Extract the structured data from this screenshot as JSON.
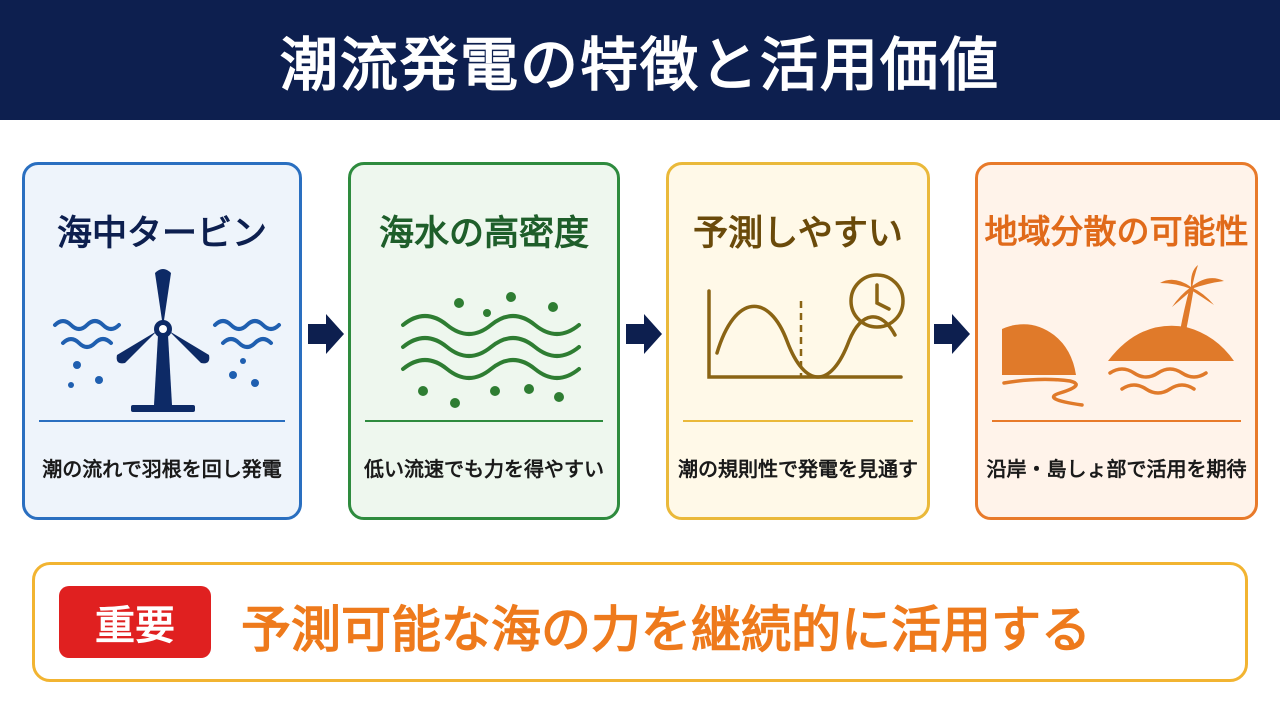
{
  "title": "潮流発電の特徴と活用価値",
  "colors": {
    "title_bg": "#0d1f4f",
    "blue": "#2a6fc0",
    "green": "#2e8b3e",
    "yellow": "#eab93a",
    "orange": "#e87a2a",
    "badge": "#e02020"
  },
  "cards": [
    {
      "title": "海中タービン",
      "icon": "tidal-turbine-icon",
      "caption": "潮の流れで羽根を回し発電"
    },
    {
      "title": "海水の高密度",
      "icon": "seawater-waves-icon",
      "caption": "低い流速でも力を得やすい"
    },
    {
      "title": "予測しやすい",
      "icon": "tide-wave-clock-icon",
      "caption": "潮の規則性で発電を見通す"
    },
    {
      "title": "地域分散の可能性",
      "icon": "island-coast-icon",
      "caption": "沿岸・島しょ部で活用を期待"
    }
  ],
  "banner": {
    "badge": "重要",
    "message": "予測可能な海の力を継続的に活用する"
  }
}
